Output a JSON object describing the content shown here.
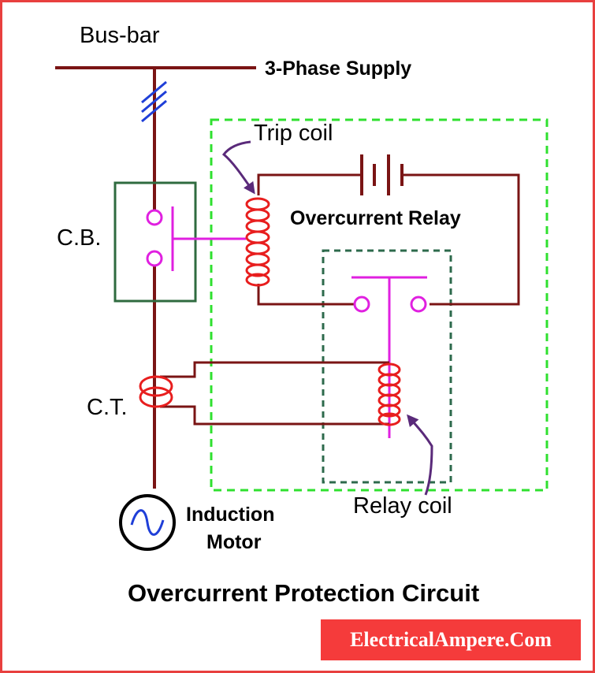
{
  "title": "Overcurrent Protection Circuit",
  "watermark": "ElectricalAmpere.Com",
  "labels": {
    "busbar": "Bus-bar",
    "supply": "3-Phase Supply",
    "trip_coil": "Trip coil",
    "relay": "Overcurrent Relay",
    "cb": "C.B.",
    "ct": "C.T.",
    "relay_coil": "Relay coil",
    "motor_line1": "Induction",
    "motor_line2": "Motor"
  },
  "colors": {
    "wire": "#7a1414",
    "coil": "#e81e1e",
    "contact": "#e020e0",
    "phase_mark": "#1f3fd8",
    "cb_box": "#2f6b3f",
    "relay_box": "#2d6a4c",
    "outer_box": "#2fe02f",
    "pointer": "#5a2a7a",
    "frame": "#e8403f",
    "brand_bg": "#f53b3b"
  }
}
